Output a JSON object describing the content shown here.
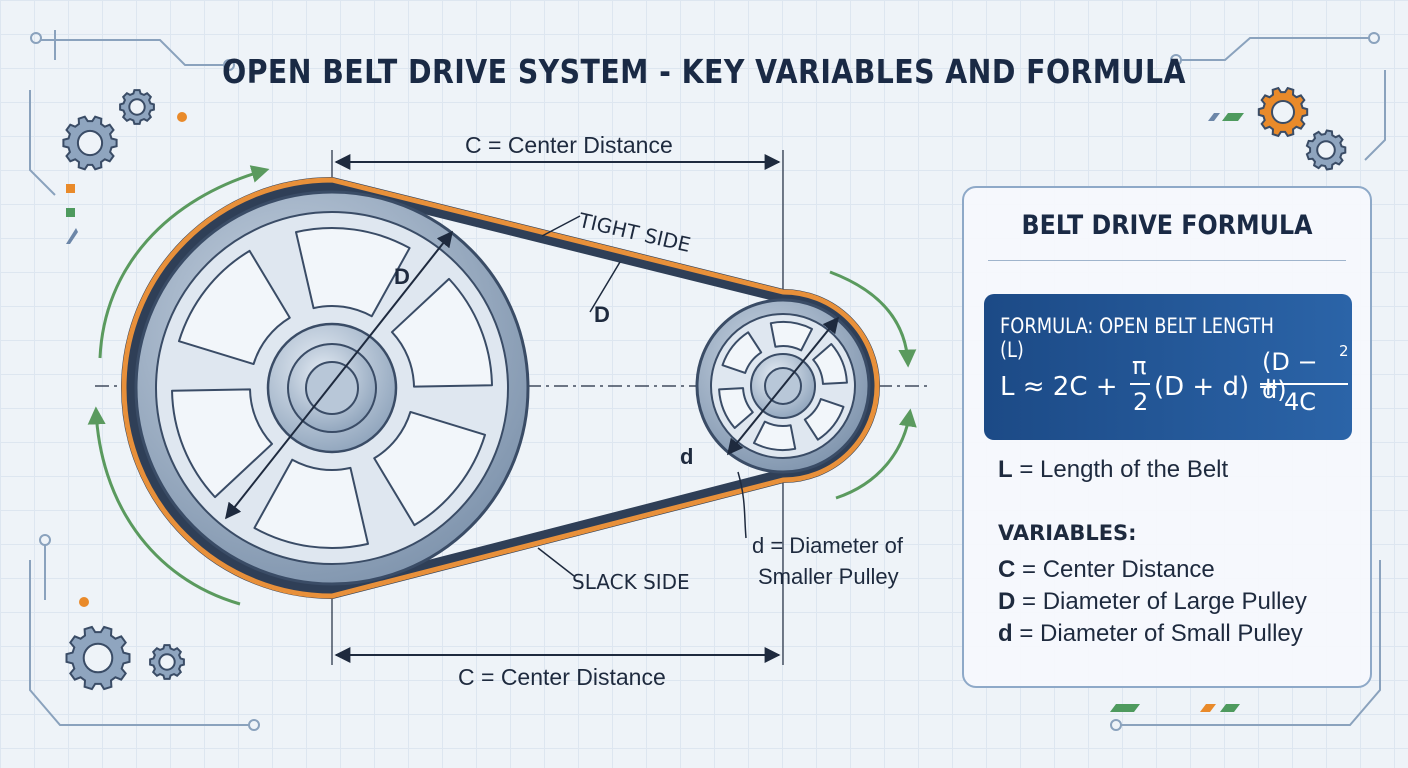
{
  "title": "OPEN BELT DRIVE SYSTEM - KEY VARIABLES AND FORMULA",
  "diagram": {
    "center_distance_top": "C = Center Distance",
    "center_distance_bottom": "C = Center Distance",
    "tight_side": "TIGHT SIDE",
    "slack_side": "SLACK SIDE",
    "large_diameter_label": "D",
    "belt_diameter_label": "D",
    "small_diameter_label": "d",
    "small_pulley_note_line1": "d = Diameter of",
    "small_pulley_note_line2": "Smaller Pulley"
  },
  "panel": {
    "title": "BELT DRIVE FORMULA",
    "formula_caption": "FORMULA: OPEN BELT LENGTH (L)",
    "formula": {
      "lhs": "L ≈ 2C +",
      "pi": "π",
      "two": "2",
      "sum": "(D + d) +",
      "num": "(D − d)",
      "exp": "2",
      "den": "4C"
    },
    "l_symbol": "L",
    "l_desc": " = Length of the Belt",
    "variables_heading": "VARIABLES:",
    "variables": [
      {
        "symbol": "C",
        "desc": " = Center Distance"
      },
      {
        "symbol": "D",
        "desc": " = Diameter of Large Pulley"
      },
      {
        "symbol": "d",
        "desc": " = Diameter of Small Pulley"
      }
    ]
  },
  "colors": {
    "belt_outer": "#e8903a",
    "belt_inner": "#2f3f57",
    "pulley_fill": "#9eb0c6",
    "arrow_green": "#5a9a5e",
    "formula_box": "#1f4f8e",
    "accent_orange": "#e98a2a"
  }
}
